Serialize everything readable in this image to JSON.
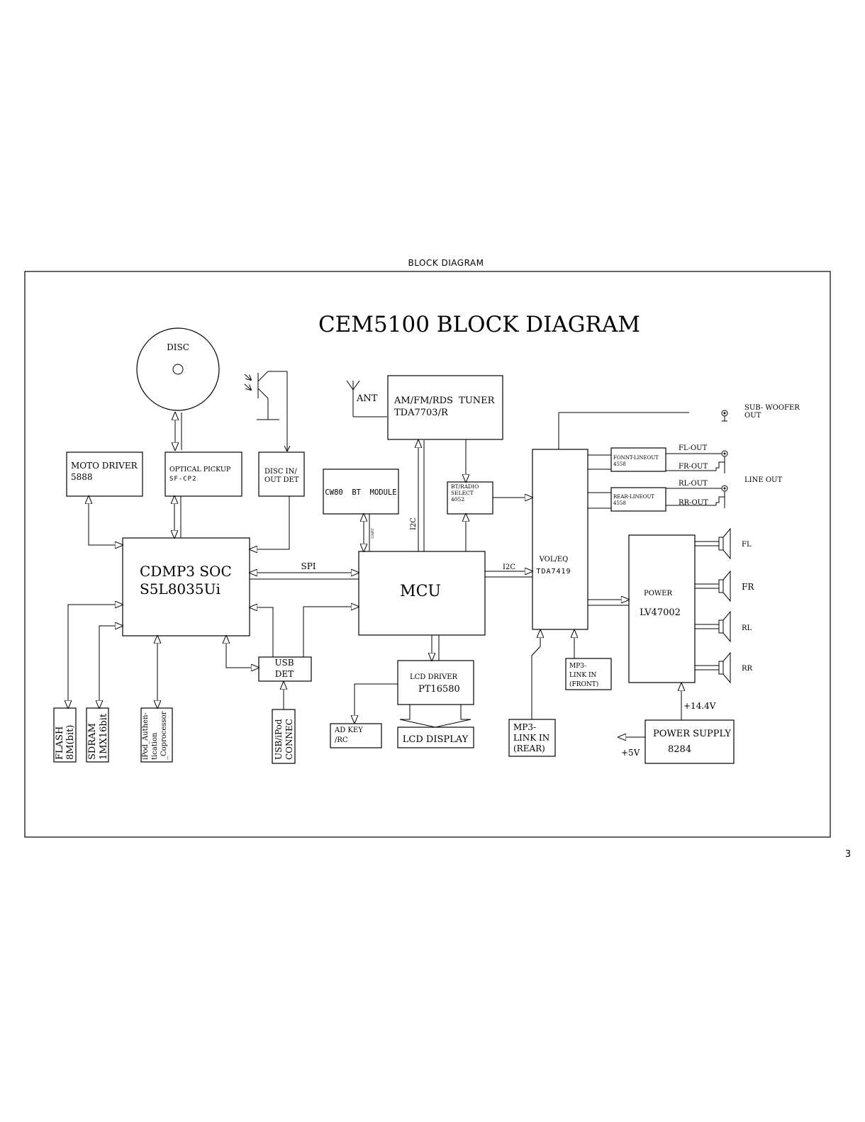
{
  "page": {
    "header": "BLOCK DIAGRAM",
    "page_number": "3"
  },
  "diagram": {
    "title": "CEM5100 BLOCK DIAGRAM",
    "disc": "DISC",
    "ant": "ANT",
    "tuner": {
      "line1": "AM/FM/RDS  TUNER",
      "line2": "TDA7703/R"
    },
    "sub_woofer": {
      "line1": "SUB- WOOFER",
      "line2": "OUT"
    },
    "moto_driver": {
      "line1": "MOTO DRIVER",
      "line2": "5888"
    },
    "optical_pickup": {
      "line1": "OPTICAL PICKUP",
      "line2": "SF-CP2"
    },
    "disc_det": {
      "line1": "DISC IN/",
      "line2": "OUT DET"
    },
    "bt_module": "CW80  BT  MODULE",
    "bt_select": {
      "line1": "BT/RADIO",
      "line2": "SELECT",
      "line3": "4052"
    },
    "front_lineout": {
      "line1": "FONNT-LINEOUT",
      "line2": "4558"
    },
    "rear_lineout": {
      "line1": "REAR-LINEOUT",
      "line2": "4558"
    },
    "fl_out": "FL-OUT",
    "fr_out": "FR-OUT",
    "rl_out": "RL-OUT",
    "rr_out": "RR-OUT",
    "line_out": "LINE OUT",
    "soc": {
      "line1": "CDMP3 SOC",
      "line2": "S5L8035Ui"
    },
    "spi": "SPI",
    "uart": "UART",
    "i2c_vertical": "I2C",
    "i2c_horizontal": "I2C",
    "mcu": "MCU",
    "vol_eq": {
      "line1": "VOL/EQ",
      "line2": "TDA7419"
    },
    "power_amp": {
      "line1": "POWER",
      "line2": "LV47002"
    },
    "speakers": {
      "fl": "FL",
      "fr": "FR",
      "rl": "RL",
      "rr": "RR"
    },
    "usb_det": {
      "line1": "USB",
      "line2": "DET"
    },
    "lcd_driver": {
      "line1": "LCD DRIVER",
      "line2": "PT16580"
    },
    "lcd_display": "LCD DISPLAY",
    "ad_key": {
      "line1": "AD KEY",
      "line2": "/RC"
    },
    "mp3_front": {
      "line1": "MP3-",
      "line2": "LINK IN",
      "line3": "(FRONT)"
    },
    "mp3_rear": {
      "line1": "MP3-",
      "line2": "LINK IN",
      "line3": "(REAR)"
    },
    "power_supply": {
      "line1": "POWER SUPPLY",
      "line2": "8284"
    },
    "v144": "+14.4V",
    "v5": "+5V",
    "flash": {
      "line1": "FLASH",
      "line2": "8M(bit)"
    },
    "sdram": {
      "line1": "SDRAM",
      "line2": "1MX16bit"
    },
    "ipod_auth": {
      "line1": "iPod_Authen-",
      "line2": "tication",
      "line3": "_Coprocessor"
    },
    "usb_ipod": {
      "line1": "USB/iPod",
      "line2": "CONNEC"
    }
  }
}
